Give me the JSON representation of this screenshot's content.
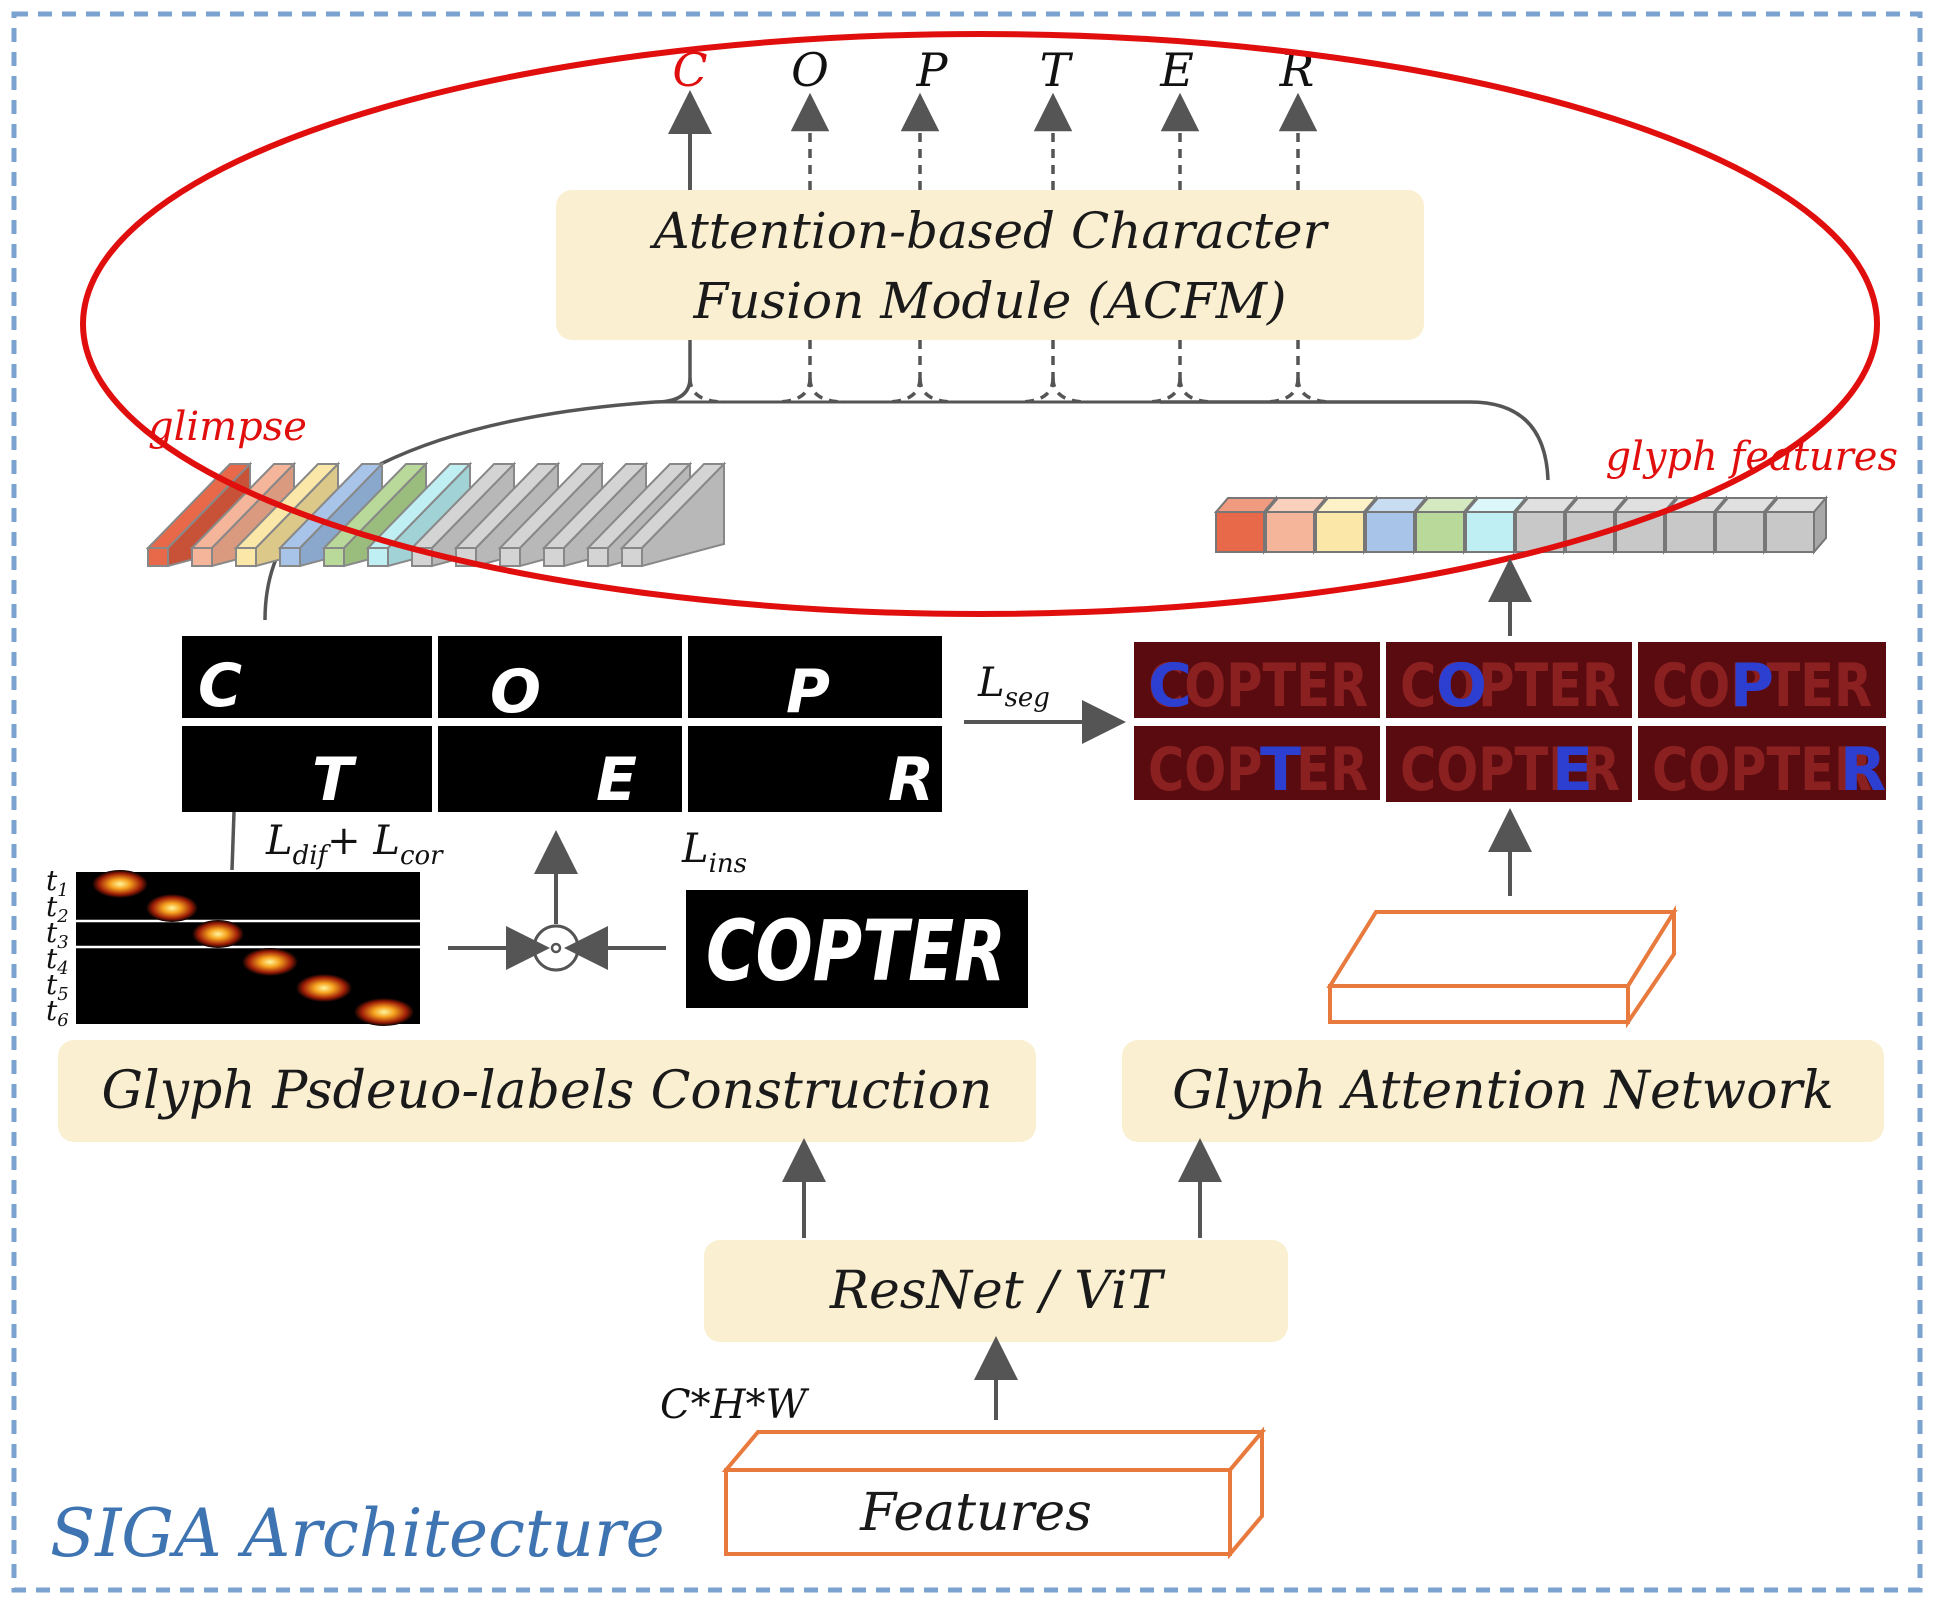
{
  "title": "SIGA Architecture",
  "modules": {
    "acfm_line1": "Attention-based Character",
    "acfm_line2": "Fusion Module (ACFM)",
    "gplc": "Glyph Psdeuo-labels Construction",
    "gan": "Glyph Attention Network",
    "backbone": "ResNet / ViT",
    "features": "Features"
  },
  "labels": {
    "glimpse": "glimpse",
    "glyph_features": "glyph features",
    "input_dims": "C*H*W",
    "loss_dif": "L",
    "loss_dif_sub": "dif",
    "loss_plus": "+ L",
    "loss_cor_sub": "cor",
    "loss_ins": "L",
    "loss_ins_sub": "ins",
    "loss_seg": "L",
    "loss_seg_sub": "seg"
  },
  "output_chars": [
    "C",
    "O",
    "P",
    "T",
    "E",
    "R"
  ],
  "word": "COPTER",
  "time_steps": [
    {
      "t": "t",
      "sub": "1"
    },
    {
      "t": "t",
      "sub": "2"
    },
    {
      "t": "t",
      "sub": "3"
    },
    {
      "t": "t",
      "sub": "4"
    },
    {
      "t": "t",
      "sub": "5"
    },
    {
      "t": "t",
      "sub": "6"
    }
  ],
  "colors": {
    "box_fill": "#fbefd1",
    "dashed_border": "#7aa3cf",
    "ellipse": "#e10e0e",
    "orange_outline": "#e87a3e",
    "arrow": "#555555",
    "glimpse_cubes": [
      "#e8694a",
      "#f4b59a",
      "#fbe7a8",
      "#a8c4e8",
      "#b8d99a",
      "#bfeff2"
    ],
    "grey_cube": "#c8c8c8"
  }
}
